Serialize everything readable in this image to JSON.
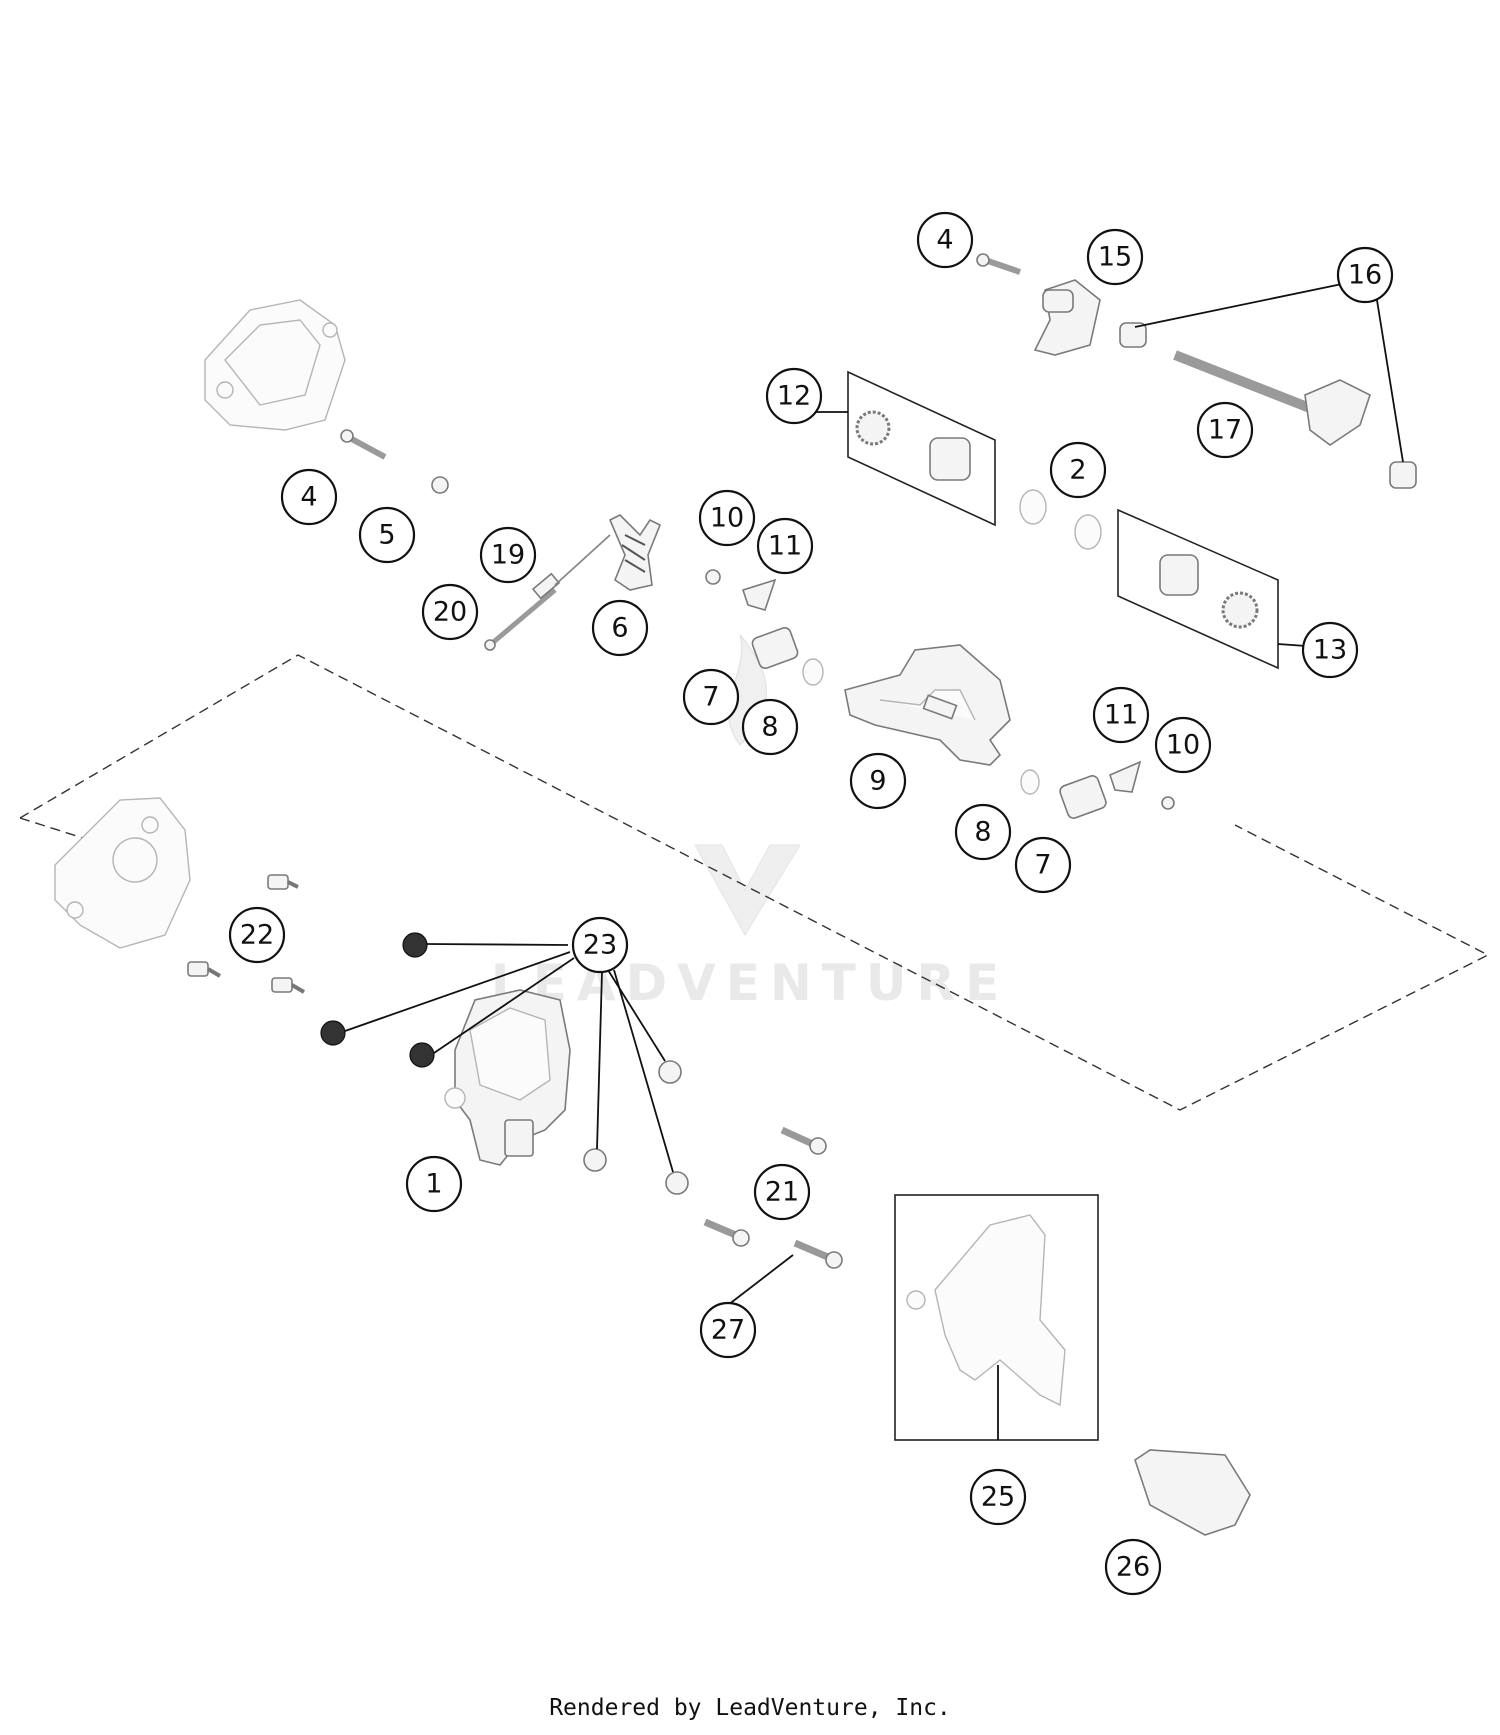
{
  "diagram": {
    "watermark_text": "LEADVENTURE",
    "callouts": [
      {
        "id": "c1",
        "label": "1"
      },
      {
        "id": "c2",
        "label": "2"
      },
      {
        "id": "c4a",
        "label": "4"
      },
      {
        "id": "c4b",
        "label": "4"
      },
      {
        "id": "c5",
        "label": "5"
      },
      {
        "id": "c6",
        "label": "6"
      },
      {
        "id": "c7a",
        "label": "7"
      },
      {
        "id": "c7b",
        "label": "7"
      },
      {
        "id": "c8a",
        "label": "8"
      },
      {
        "id": "c8b",
        "label": "8"
      },
      {
        "id": "c9",
        "label": "9"
      },
      {
        "id": "c10a",
        "label": "10"
      },
      {
        "id": "c10b",
        "label": "10"
      },
      {
        "id": "c11a",
        "label": "11"
      },
      {
        "id": "c11b",
        "label": "11"
      },
      {
        "id": "c12",
        "label": "12"
      },
      {
        "id": "c13",
        "label": "13"
      },
      {
        "id": "c15",
        "label": "15"
      },
      {
        "id": "c16",
        "label": "16"
      },
      {
        "id": "c17",
        "label": "17"
      },
      {
        "id": "c19",
        "label": "19"
      },
      {
        "id": "c20",
        "label": "20"
      },
      {
        "id": "c21",
        "label": "21"
      },
      {
        "id": "c22",
        "label": "22"
      },
      {
        "id": "c23",
        "label": "23"
      },
      {
        "id": "c25",
        "label": "25"
      },
      {
        "id": "c26",
        "label": "26"
      },
      {
        "id": "c27",
        "label": "27"
      }
    ]
  },
  "footer": {
    "text": "Rendered by LeadVenture, Inc."
  }
}
